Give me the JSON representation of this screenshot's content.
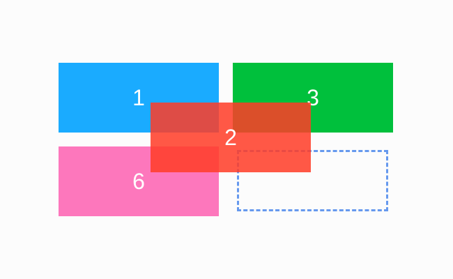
{
  "boxes": {
    "b1": {
      "label": "1",
      "color": "#1aabff"
    },
    "b2": {
      "label": "2",
      "color": "#ff3c28"
    },
    "b3": {
      "label": "3",
      "color": "#00c03c"
    },
    "b6": {
      "label": "6",
      "color": "#fd77bc"
    },
    "placeholder": {
      "color": "#6699ee"
    }
  }
}
